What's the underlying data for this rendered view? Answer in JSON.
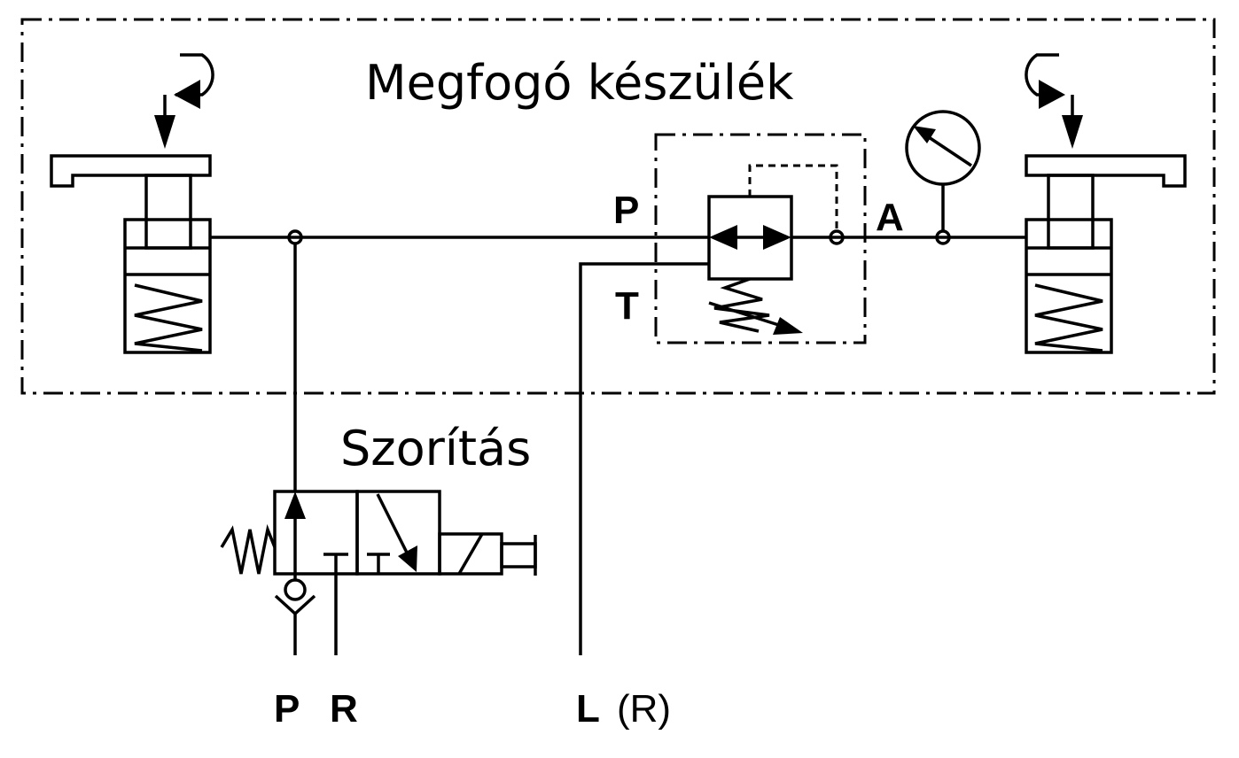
{
  "title": "Megfogó készülék",
  "valve_label": "Szorítás",
  "pressure_valve_ports": {
    "p": "P",
    "t": "T",
    "a": "A"
  },
  "bottom_ports": {
    "p": "P",
    "r": "R",
    "l": "L",
    "l_note": "(R)"
  }
}
